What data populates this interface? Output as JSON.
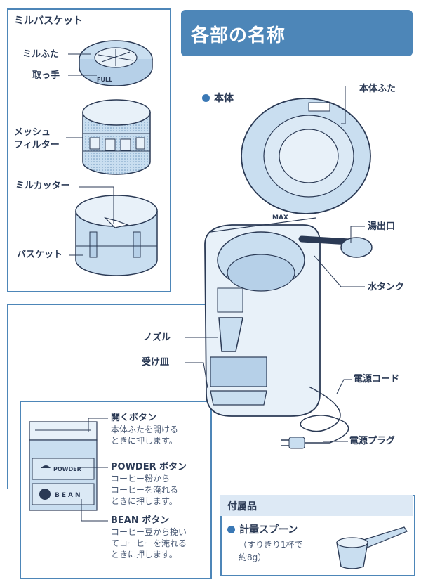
{
  "title": "各部の名称",
  "mill_basket": {
    "heading": "ミルバスケット",
    "parts": {
      "lid": "ミルふた",
      "handle": "取っ手",
      "mesh_filter_1": "メッシュ",
      "mesh_filter_2": "フィルター",
      "cutter": "ミルカッター",
      "basket": "バスケット",
      "full_mark": "FULL"
    }
  },
  "main_body": {
    "heading": "本体",
    "parts": {
      "lid": "本体ふた",
      "spout": "湯出口",
      "tank": "水タンク",
      "nozzle": "ノズル",
      "tray": "受け皿",
      "cord": "電源コード",
      "plug": "電源プラグ",
      "max_mark": "MAX"
    }
  },
  "buttons_panel": {
    "open": {
      "title": "開くボタン",
      "desc1": "本体ふたを開ける",
      "desc2": "ときに押します。"
    },
    "powder": {
      "title": "POWDER ボタン",
      "desc1": "コーヒー粉から",
      "desc2": "コーヒーを淹れる",
      "desc3": "ときに押します。",
      "panel_label": "POWDER"
    },
    "bean": {
      "title": "BEAN ボタン",
      "desc1": "コーヒー豆から挽い",
      "desc2": "てコーヒーを淹れる",
      "desc3": "ときに押します。",
      "panel_label": "BEAN"
    }
  },
  "accessories": {
    "heading": "付属品",
    "spoon_title": "計量スプーン",
    "spoon_desc1": "（すりきり1杯で",
    "spoon_desc2": "約8g）"
  },
  "colors": {
    "accent": "#4d86b8",
    "part_fill": "#c9def0",
    "line": "#2b3a55"
  }
}
